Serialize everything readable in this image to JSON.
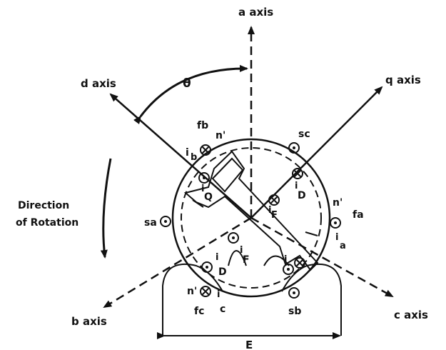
{
  "axes": {
    "a": "a axis",
    "b": "b axis",
    "c": "c axis",
    "d": "d axis",
    "q": "q axis"
  },
  "angle_label": "θ",
  "rotation_label_line1": "Direction",
  "rotation_label_line2": "of Rotation",
  "dimension_label": "E",
  "coils": {
    "fb": "fb",
    "sc": "sc",
    "sa": "sa",
    "fa": "fa",
    "fc": "fc",
    "sb": "sb"
  },
  "primes": {
    "n_top": "n'",
    "n_right": "n'",
    "n_left": "n'"
  },
  "currents": {
    "main": "i",
    "sub_b": "b",
    "sub_Q": "Q",
    "sub_D": "D",
    "sub_F": "F",
    "sub_a": "a",
    "sub_c": "c"
  }
}
